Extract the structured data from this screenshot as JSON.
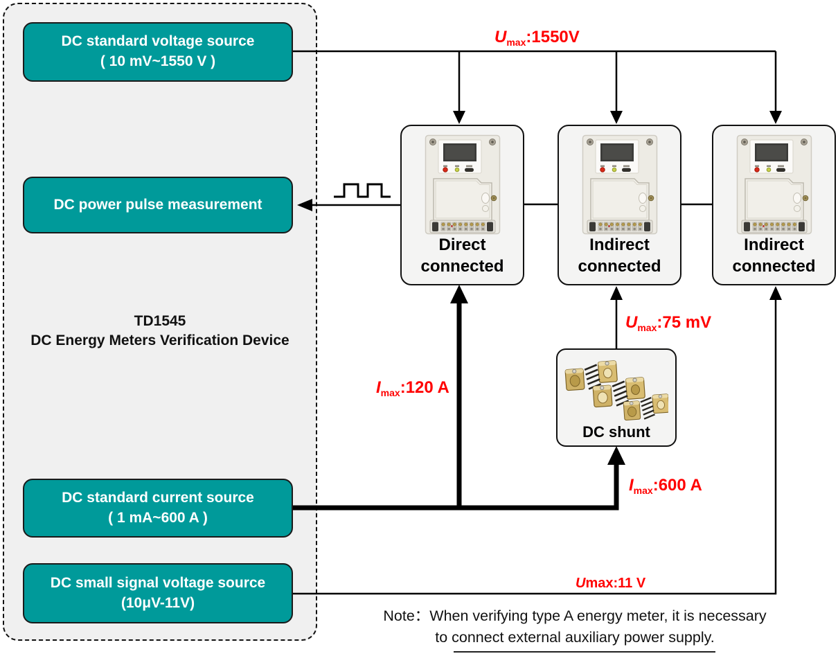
{
  "panel": {
    "device_label": {
      "line1": "TD1545",
      "line2": "DC Energy Meters Verification Device"
    },
    "sources": {
      "voltage": {
        "line1": "DC standard voltage source",
        "line2": "( 10 mV~1550 V )"
      },
      "pulse": {
        "line1": "DC power pulse measurement"
      },
      "current": {
        "line1": "DC standard current source",
        "line2": "( 1 mA~600 A )"
      },
      "small_signal": {
        "line1": "DC small signal voltage source",
        "line2": "(10μV-11V)"
      }
    }
  },
  "meters": [
    {
      "label_line1": "Direct",
      "label_line2": "connected"
    },
    {
      "label_line1": "Indirect",
      "label_line2": "connected"
    },
    {
      "label_line1": "Indirect",
      "label_line2": "connected"
    }
  ],
  "shunt": {
    "label": "DC shunt"
  },
  "ratings": {
    "umax_top": {
      "symbol": "U",
      "sub": "max",
      "value": ":1550V"
    },
    "umax_shunt": {
      "symbol": "U",
      "sub": "max",
      "value": ":75 mV"
    },
    "imax_direct": {
      "symbol": "I",
      "sub": "max",
      "value": ":120 A"
    },
    "imax_shunt": {
      "symbol": "I",
      "sub": "max",
      "value": ":600 A"
    },
    "umax_small": {
      "symbol": "U",
      "sub": "max",
      "value": ":11 V"
    }
  },
  "note": {
    "line1": "Note：When verifying type A energy meter, it is necessary",
    "line2": "to connect external auxiliary power supply."
  },
  "colors": {
    "accent_teal": "#009a9a",
    "rating_red": "#ff0000",
    "panel_gray": "#f0f0f0"
  }
}
